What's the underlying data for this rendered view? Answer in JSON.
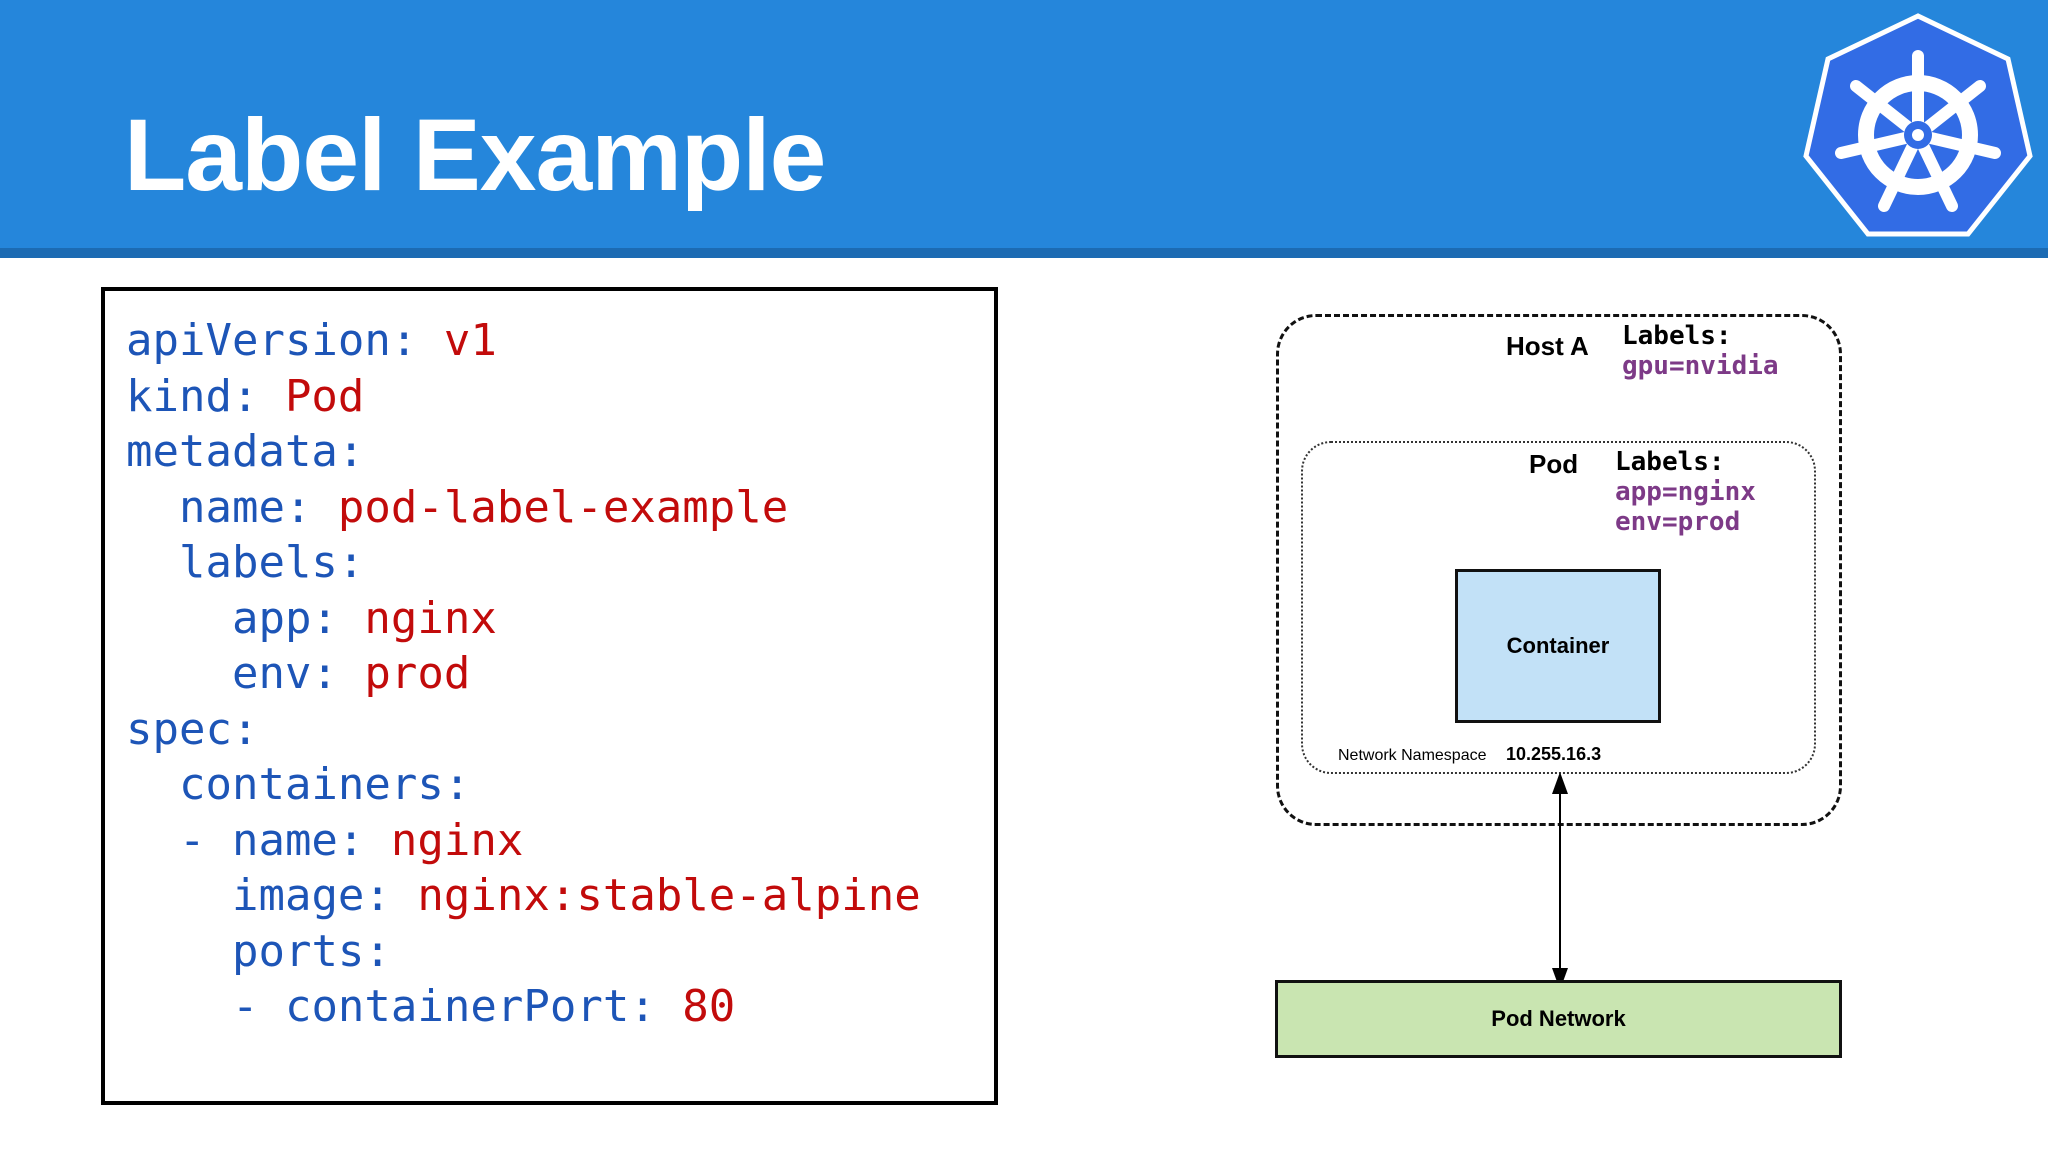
{
  "slide": {
    "title": "Label Example",
    "logo_icon": "kubernetes-helm-wheel-icon",
    "colors": {
      "header": "#2586db",
      "header_border": "#1c6bb3",
      "key": "#1d55b7",
      "value": "#c20b0b",
      "label_value": "#7d3a87",
      "container_fill": "#c2e1f7",
      "network_fill": "#c9e5b1"
    }
  },
  "code": {
    "lines": [
      {
        "indent": "",
        "key": "apiVersion:",
        "value": " v1"
      },
      {
        "indent": "",
        "key": "kind:",
        "value": " Pod"
      },
      {
        "indent": "",
        "key": "metadata:",
        "value": ""
      },
      {
        "indent": "  ",
        "key": "name:",
        "value": " pod-label-example"
      },
      {
        "indent": "  ",
        "key": "labels:",
        "value": ""
      },
      {
        "indent": "    ",
        "key": "app:",
        "value": " nginx"
      },
      {
        "indent": "    ",
        "key": "env:",
        "value": " prod"
      },
      {
        "indent": "",
        "key": "spec:",
        "value": ""
      },
      {
        "indent": "  ",
        "key": "containers:",
        "value": ""
      },
      {
        "indent": "  ",
        "key": "- name:",
        "value": " nginx"
      },
      {
        "indent": "    ",
        "key": "image:",
        "value": " nginx:stable-alpine"
      },
      {
        "indent": "    ",
        "key": "ports:",
        "value": ""
      },
      {
        "indent": "    ",
        "key": "- containerPort:",
        "value": " 80"
      }
    ]
  },
  "diagram": {
    "host": {
      "name": "Host A",
      "labels_heading": "Labels:",
      "labels": [
        "gpu=nvidia"
      ]
    },
    "pod": {
      "name": "Pod",
      "labels_heading": "Labels:",
      "labels": [
        "app=nginx",
        "env=prod"
      ]
    },
    "container": {
      "name": "Container"
    },
    "network_namespace": {
      "label": "Network Namespace",
      "ip": "10.255.16.3"
    },
    "pod_network": {
      "name": "Pod Network"
    }
  }
}
